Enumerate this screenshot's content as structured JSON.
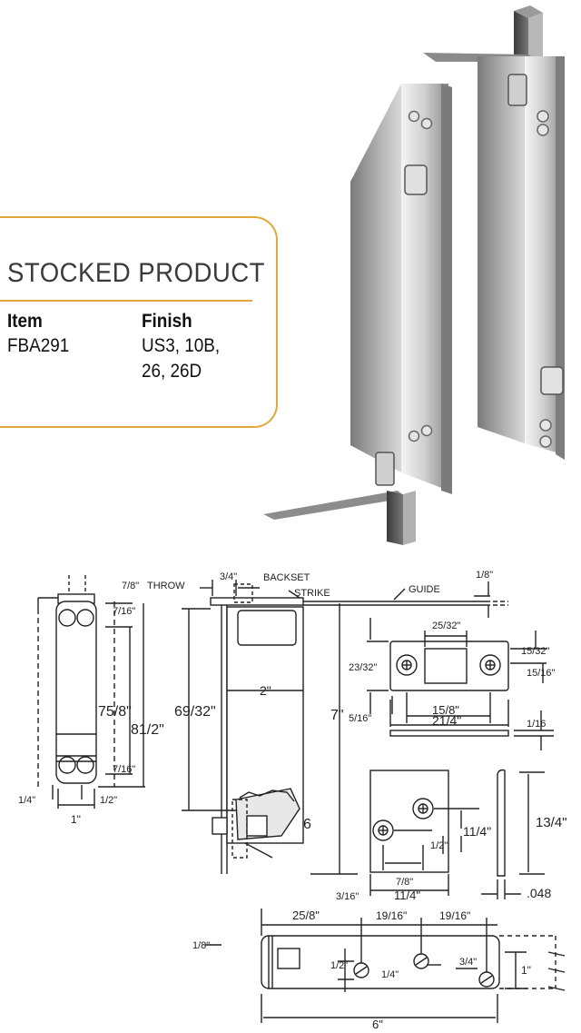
{
  "stocked_product": {
    "title": "STOCKED PRODUCT",
    "item_header": "Item",
    "finish_header": "Finish",
    "item_value": "FBA291",
    "finish_line1": "US3, 10B,",
    "finish_line2": "26,  26D"
  },
  "colors": {
    "accent": "#e0a93a",
    "drawing": "#222222",
    "metal_light": "#d9d9d9",
    "metal_dark": "#5a5a5a"
  },
  "drawing_labels": {
    "throw": "THROW",
    "backset": "BACKSET",
    "strike": "STRIKE",
    "guide": "GUIDE",
    "d_7_8": "7/8\"",
    "d_7_16_top": "7/16\"",
    "d_7_5_8": "75/8\"",
    "d_8_1_2": "81/2\"",
    "d_7_16_bot": "7/16\"",
    "d_1_4": "1/4\"",
    "d_1_2_side": "1/2\"",
    "d_1": "1\"",
    "d_3_4_backset": "3/4\"",
    "d_6_9_32": "69/32\"",
    "d_2": "2\"",
    "d_7": "7\"",
    "d_1_8_top": "1/8\"",
    "d_1_8_bot": "1/8\"",
    "d_25_32": "25/32\"",
    "d_23_32": "23/32\"",
    "d_15_32": "15/32\"",
    "d_15_16": "15/16\"",
    "d_1_5_8": "15/8\"",
    "d_2_1_4": "21/4\"",
    "d_5_16": "5/16\"",
    "d_1_16": "1/16",
    "d_1_3_4": "13/4\"",
    "d_1_1_4_v": "11/4\"",
    "d_1_2_v": "1/2\"",
    "d_7_8_h": "7/8\"",
    "d_3_16": "3/16\"",
    "d_1_1_4_h": "11/4\"",
    "d_048": ".048",
    "d_2_5_8": "25/8\"",
    "d_1_9_16_a": "19/16\"",
    "d_1_9_16_b": "19/16\"",
    "d_1_2_plate": "1/2\"",
    "d_1_4_plate": "1/4\"",
    "d_3_4_plate": "3/4\"",
    "d_1_plate": "1\"",
    "d_6": "6\"",
    "d_6_small": "6"
  }
}
